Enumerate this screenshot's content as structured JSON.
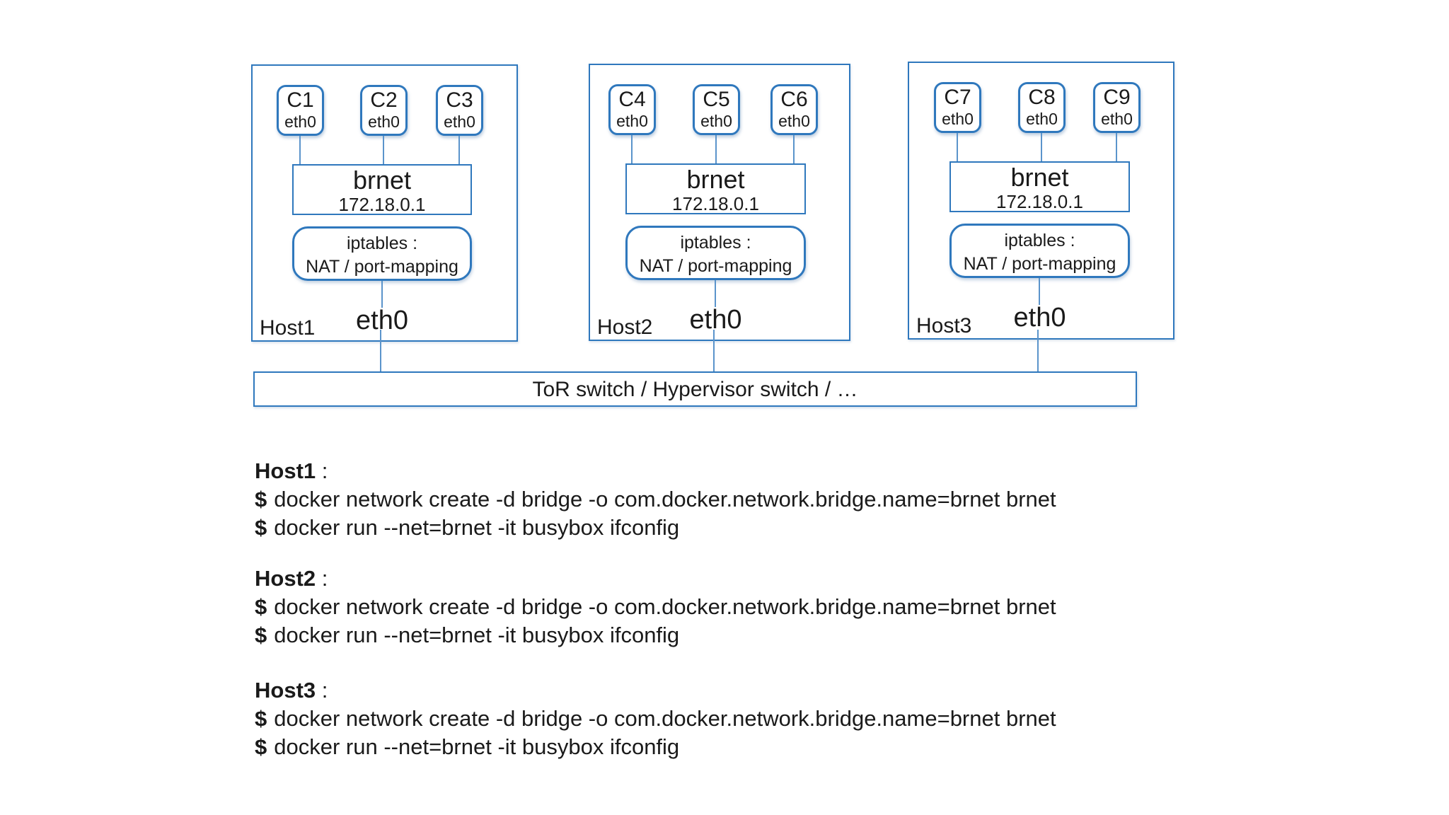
{
  "colors": {
    "box_border": "#2f78bd",
    "connector": "#5b94cb",
    "text": "#1a1a1a",
    "page_bg": "#ffffff"
  },
  "diagram": {
    "hosts": [
      {
        "label": "Host1",
        "eth": "eth0",
        "bridge_name": "brnet",
        "bridge_ip": "172.18.0.1",
        "iptables_line1": "iptables :",
        "iptables_line2": "NAT / port-mapping",
        "containers": [
          {
            "name": "C1",
            "iface": "eth0"
          },
          {
            "name": "C2",
            "iface": "eth0"
          },
          {
            "name": "C3",
            "iface": "eth0"
          }
        ]
      },
      {
        "label": "Host2",
        "eth": "eth0",
        "bridge_name": "brnet",
        "bridge_ip": "172.18.0.1",
        "iptables_line1": "iptables :",
        "iptables_line2": "NAT / port-mapping",
        "containers": [
          {
            "name": "C4",
            "iface": "eth0"
          },
          {
            "name": "C5",
            "iface": "eth0"
          },
          {
            "name": "C6",
            "iface": "eth0"
          }
        ]
      },
      {
        "label": "Host3",
        "eth": "eth0",
        "bridge_name": "brnet",
        "bridge_ip": "172.18.0.1",
        "iptables_line1": "iptables :",
        "iptables_line2": "NAT / port-mapping",
        "containers": [
          {
            "name": "C7",
            "iface": "eth0"
          },
          {
            "name": "C8",
            "iface": "eth0"
          },
          {
            "name": "C9",
            "iface": "eth0"
          }
        ]
      }
    ],
    "switch_label": "ToR switch / Hypervisor switch / …"
  },
  "commands": {
    "blocks": [
      {
        "host": "Host1",
        "colon": " :",
        "lines": [
          {
            "prompt": "$",
            "text": "docker network create -d bridge -o com.docker.network.bridge.name=brnet brnet"
          },
          {
            "prompt": "$",
            "text": "docker run --net=brnet -it busybox ifconfig"
          }
        ]
      },
      {
        "host": "Host2",
        "colon": " :",
        "lines": [
          {
            "prompt": "$",
            "text": "docker network create -d bridge -o com.docker.network.bridge.name=brnet brnet"
          },
          {
            "prompt": "$",
            "text": "docker run --net=brnet -it busybox ifconfig"
          }
        ]
      },
      {
        "host": "Host3",
        "colon": " :",
        "lines": [
          {
            "prompt": "$",
            "text": "docker network create -d bridge -o com.docker.network.bridge.name=brnet brnet"
          },
          {
            "prompt": "$",
            "text": "docker run --net=brnet -it busybox ifconfig"
          }
        ]
      }
    ]
  }
}
